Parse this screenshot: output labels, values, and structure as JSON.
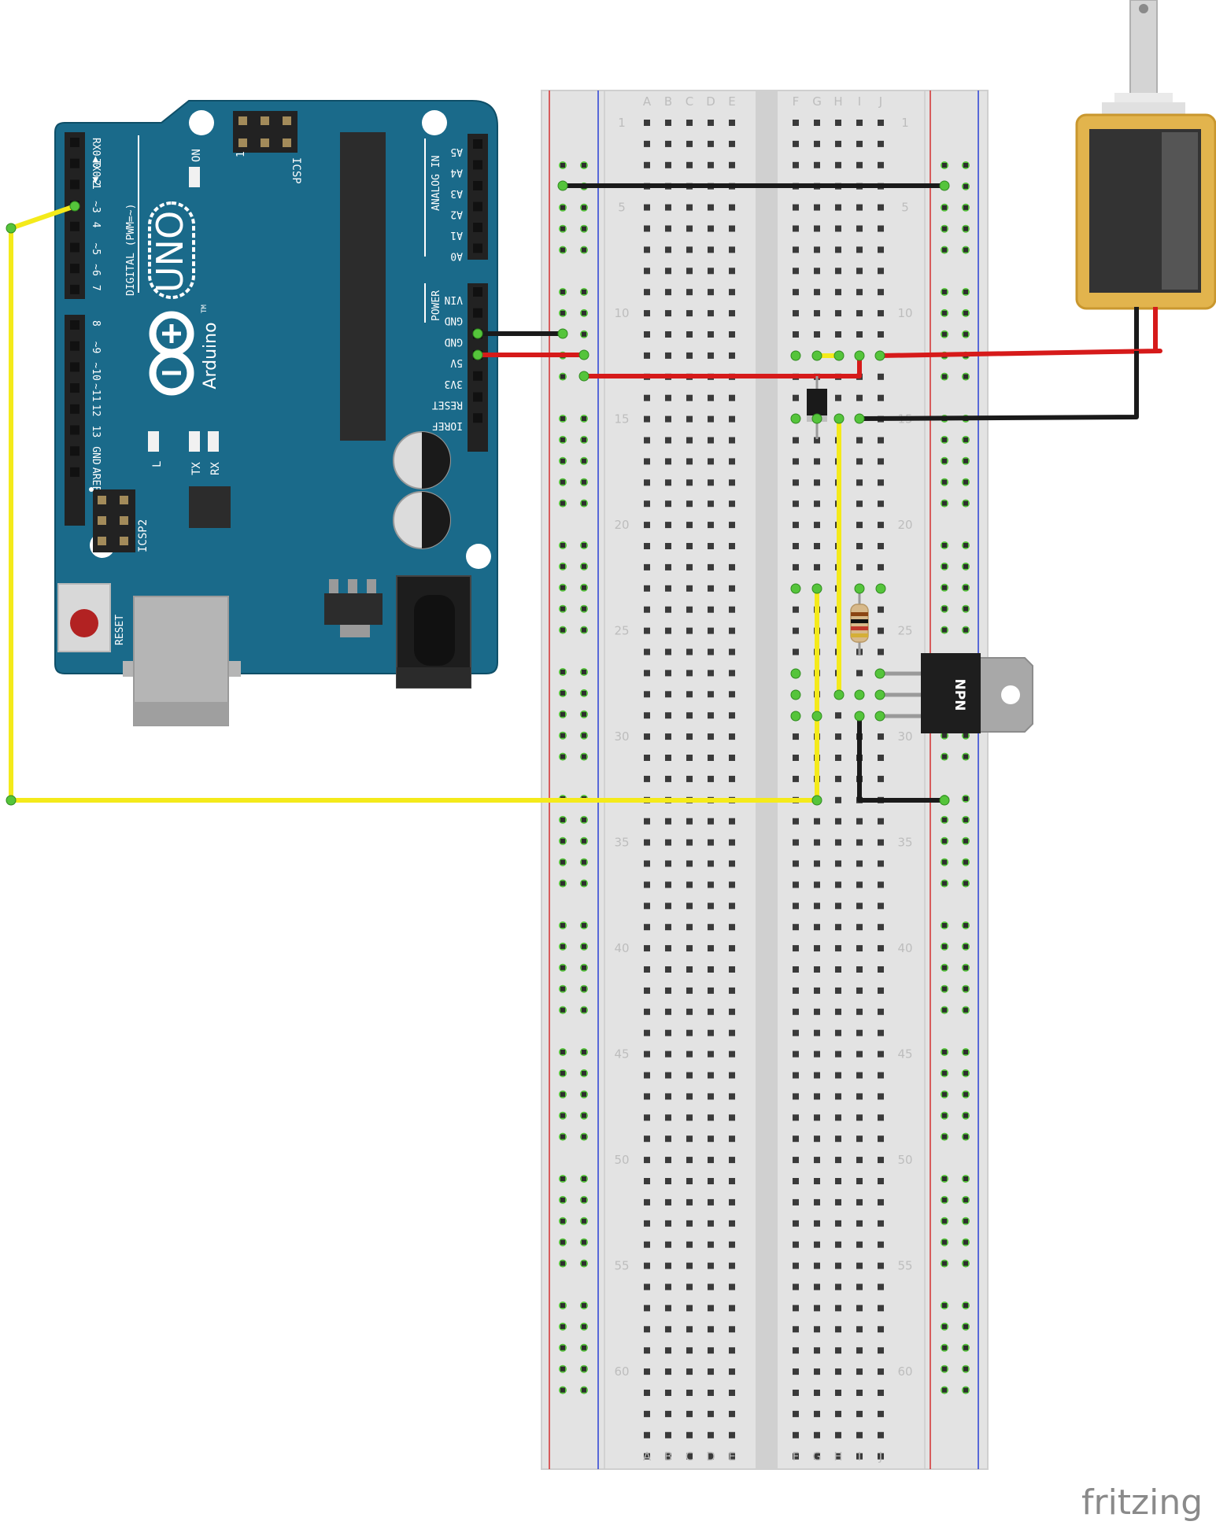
{
  "brand": {
    "logo": "fritzing"
  },
  "arduino": {
    "model": "UNO",
    "maker": "Arduino",
    "tm": "TM",
    "on_label": "ON",
    "icsp_label": "ICSP",
    "icsp_pin1": "1",
    "icsp2_label": "ICSP2",
    "digital_label": "DIGITAL (PWM=~)",
    "analog_label": "ANALOG IN",
    "power_label": "POWER",
    "reset_label": "RESET",
    "led_labels": [
      "L",
      "TX",
      "RX"
    ],
    "digital_pins": [
      "RX0◀0",
      "TX0▶1",
      "2",
      "~3",
      "4",
      "~5",
      "~6",
      "7",
      "8",
      "~9",
      "~10",
      "~11",
      "12",
      "13",
      "GND",
      "AREF"
    ],
    "analog_pins": [
      "A5",
      "A4",
      "A3",
      "A2",
      "A1",
      "A0"
    ],
    "power_pins": [
      "VIN",
      "GND",
      "GND",
      "5V",
      "3V3",
      "RESET",
      "IOREF"
    ]
  },
  "breadboard": {
    "columns_left": [
      "A",
      "B",
      "C",
      "D",
      "E"
    ],
    "columns_right": [
      "F",
      "G",
      "H",
      "I",
      "J"
    ],
    "row_numbers": [
      "1",
      "5",
      "10",
      "15",
      "20",
      "25",
      "30",
      "35",
      "40",
      "45",
      "50",
      "55",
      "60"
    ],
    "row_count": 64
  },
  "components": {
    "transistor_label": "NPN",
    "resistor_bands": [
      "#8b4513",
      "#111111",
      "#c0392b",
      "#d4af37"
    ]
  },
  "colors": {
    "board_blue": "#1a6a8a",
    "wire_yellow": "#f4ea1a",
    "wire_red": "#d61a1a",
    "wire_black": "#1a1a1a",
    "solenoid_frame": "#e2b44d",
    "highlight_green": "#55c43b"
  }
}
